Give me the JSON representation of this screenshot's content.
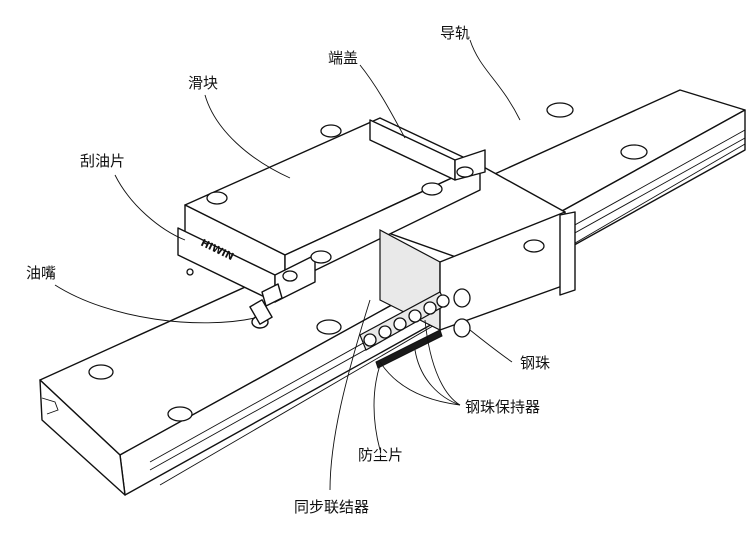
{
  "labels": {
    "guide_rail": "导轨",
    "end_cap": "端盖",
    "slider_block": "滑块",
    "scraper": "刮油片",
    "grease_nipple": "油嘴",
    "steel_ball": "钢珠",
    "ball_retainer": "钢珠保持器",
    "dust_strip": "防尘片",
    "sync_connector": "同步联结器"
  },
  "brand_mark": "HIWIN"
}
